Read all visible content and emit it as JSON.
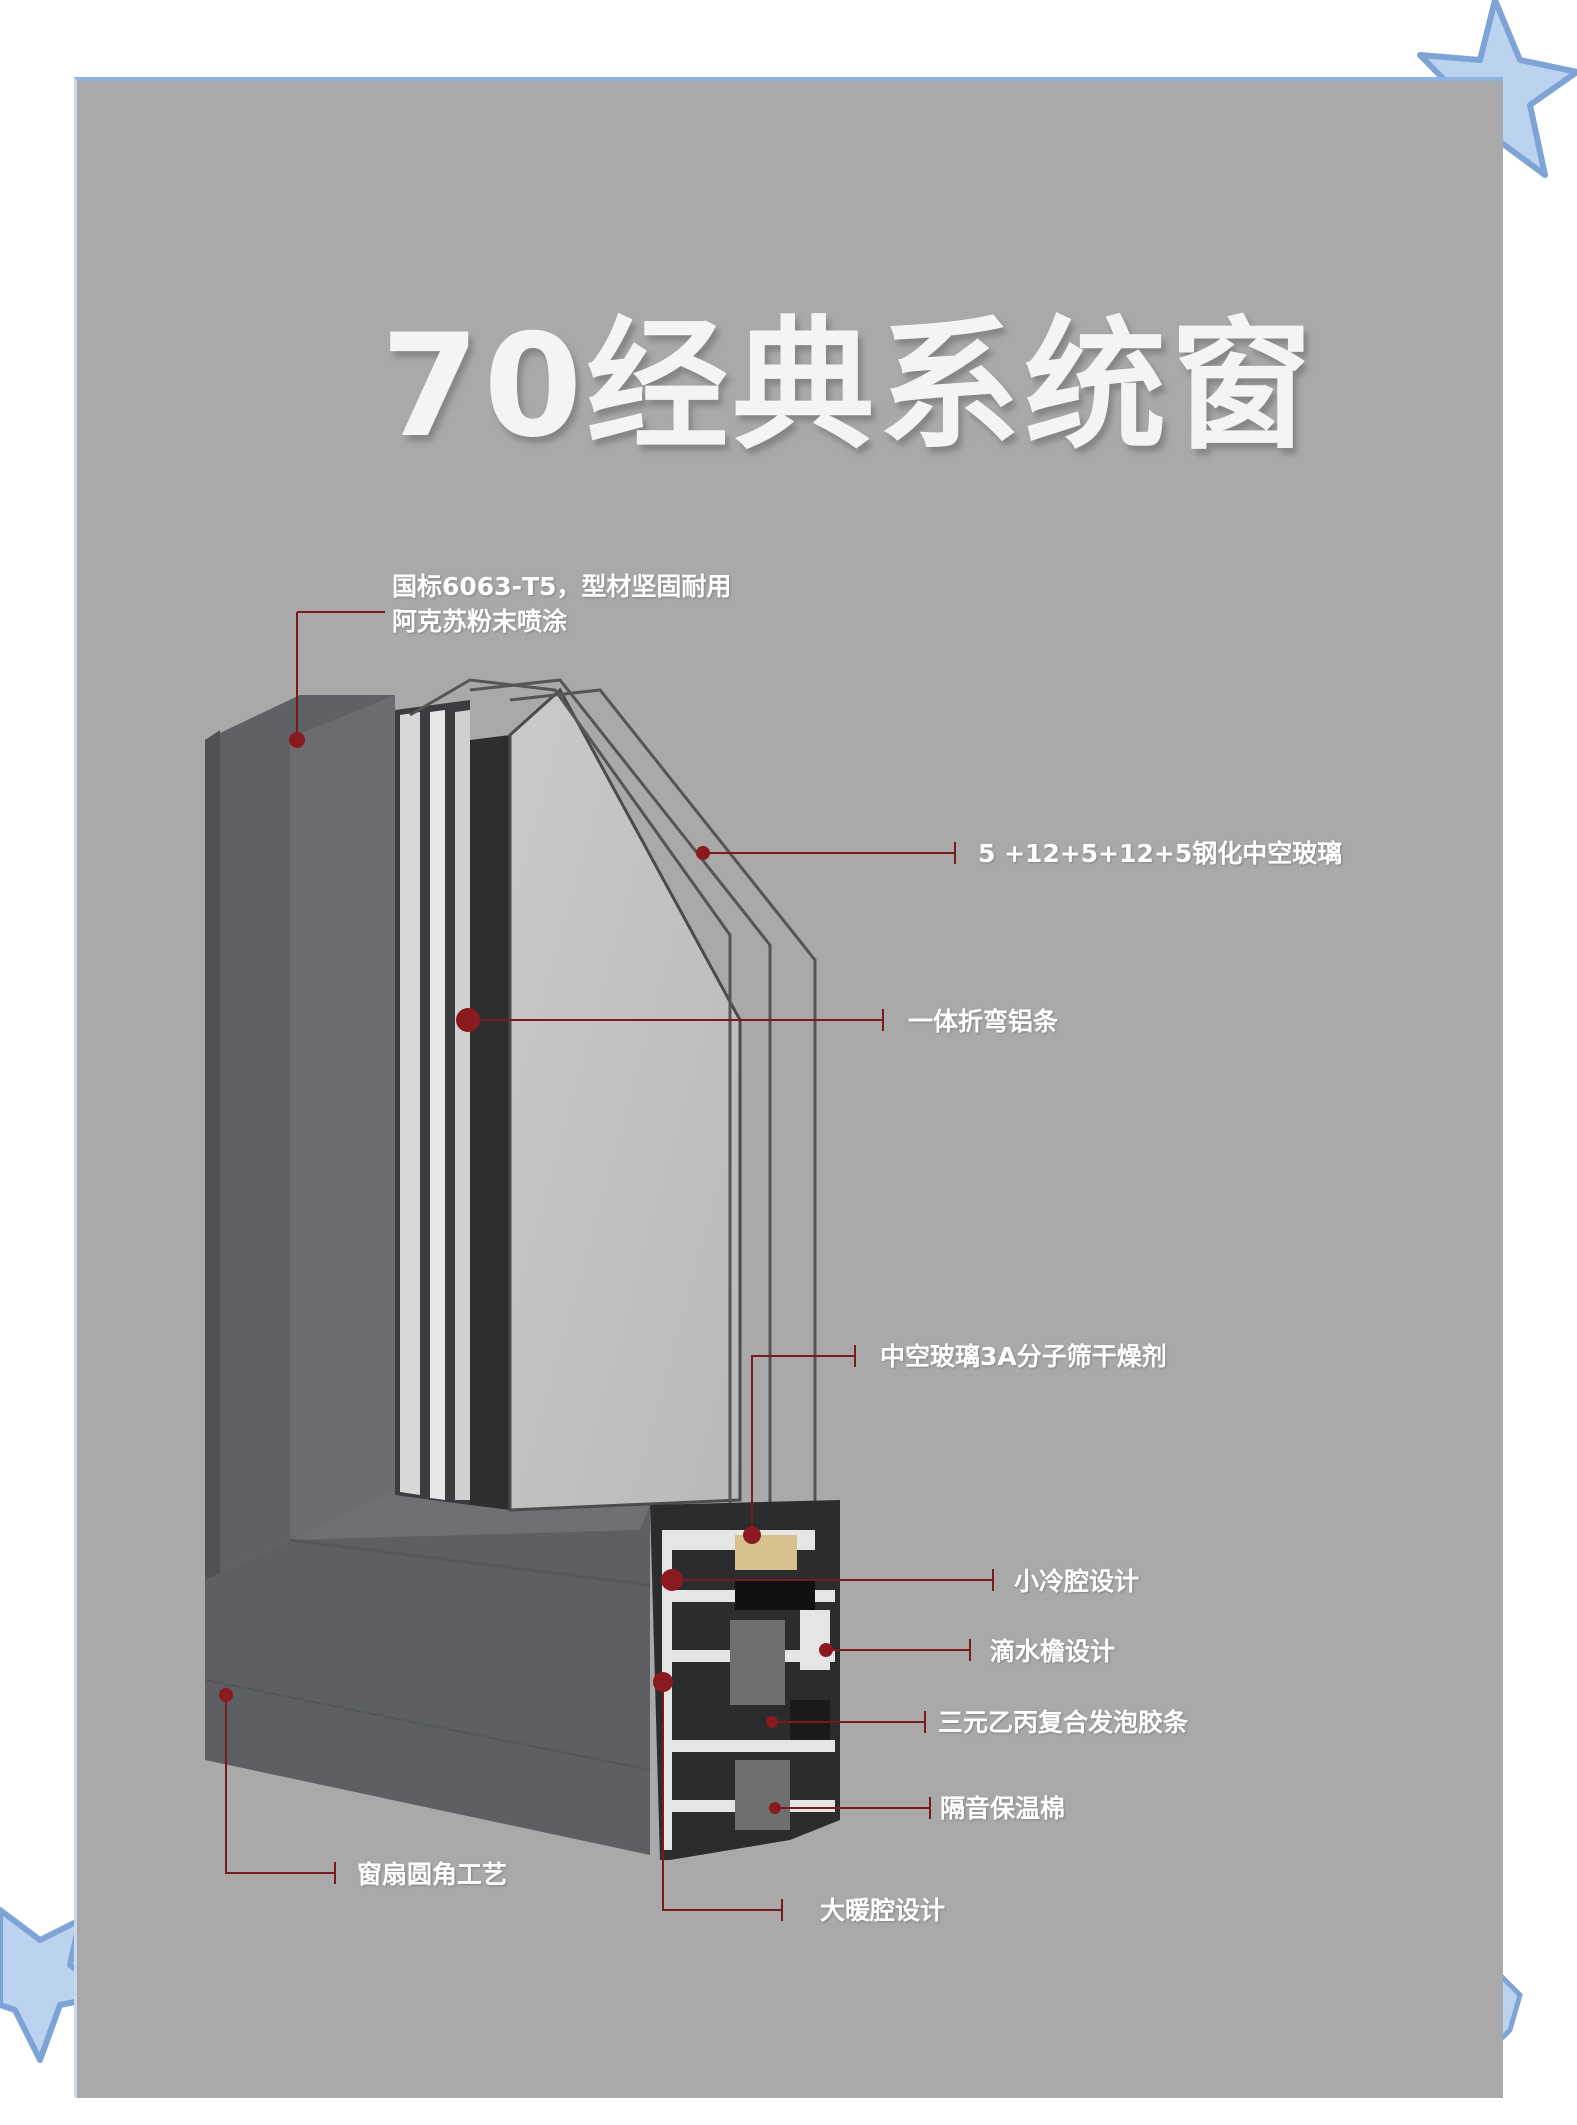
{
  "title": "70经典系统窗",
  "callouts": {
    "profile_line1": "国标6063-T5，型材坚固耐用",
    "profile_line2": "阿克苏粉末喷涂",
    "glass": "5 +12+5+12+5钢化中空玻璃",
    "spacer": "一体折弯铝条",
    "desiccant": "中空玻璃3A分子筛干燥剂",
    "small_cavity": "小冷腔设计",
    "drip": "滴水檐设计",
    "epdm": "三元乙丙复合发泡胶条",
    "insulation": "隔音保温棉",
    "corner": "窗扇圆角工艺",
    "big_cavity": "大暖腔设计"
  },
  "colors": {
    "background": "#a9a9a9",
    "frame": "#5e6064",
    "leader": "#7a1a1e",
    "accent_star": "#8fb2de"
  }
}
